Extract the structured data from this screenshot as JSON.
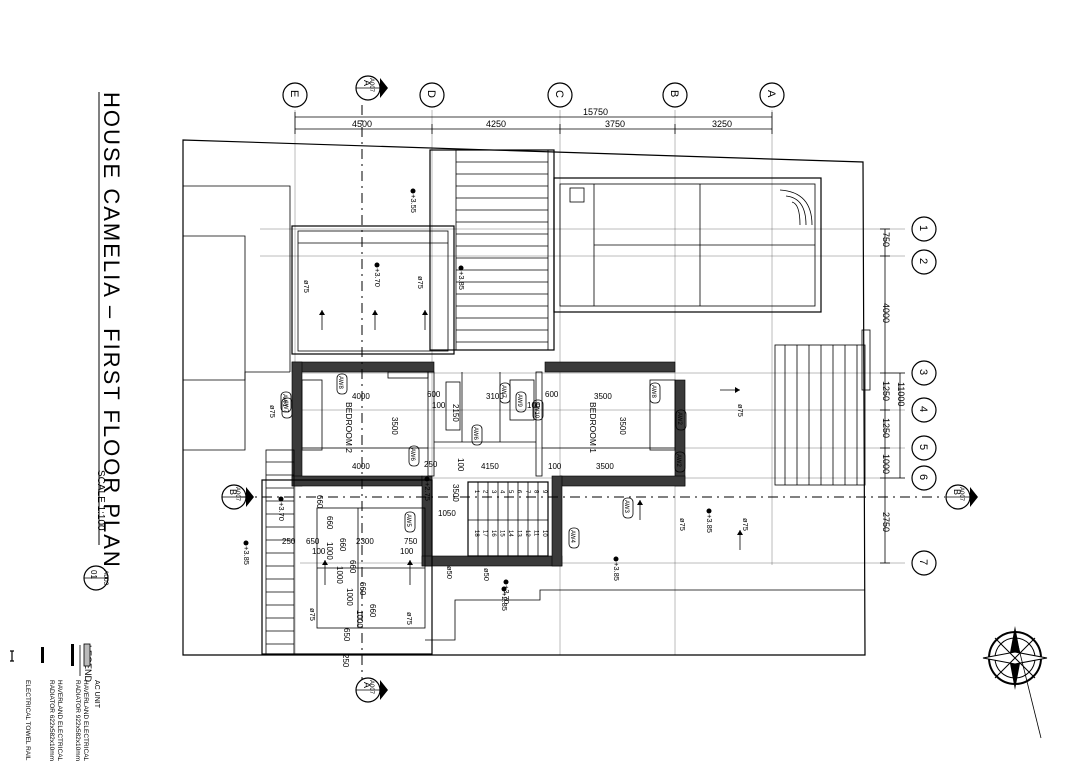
{
  "title": {
    "text": "HOUSE CAMELIA – FIRST FLOOR PLAN",
    "scale": "SCALE 1:100",
    "ref_number": "01",
    "ref_sheet": "A003"
  },
  "legend": {
    "title": "LEGEND",
    "items": [
      {
        "icon": "ac-unit-icon",
        "label": "AC UNIT"
      },
      {
        "icon": "radiator-icon",
        "line1": "HAVERLAND ELECTRICAL",
        "line2": "RADIATOR 922x582x10mm"
      },
      {
        "icon": "radiator-icon",
        "line1": "HAVERLAND ELECTRICAL",
        "line2": "RADIATOR 622x582x10mm"
      },
      {
        "icon": "towel-rail-icon",
        "label": "ELECTRICAL TOWEL RAIL"
      }
    ]
  },
  "grid": {
    "columns": [
      "E",
      "D",
      "C",
      "B",
      "A"
    ],
    "rows": [
      "1",
      "2",
      "3",
      "4",
      "5",
      "6",
      "7"
    ]
  },
  "dimensions": {
    "top": [
      "15750",
      "4500",
      "4250",
      "3750",
      "3250"
    ],
    "right": [
      "750",
      "4000",
      "1250",
      "1250",
      "1000",
      "2750",
      "11000"
    ]
  },
  "rooms": {
    "bedroom_1": "BEDROOM 1",
    "bedroom_2": "BEDROOM 2"
  },
  "interior_dims": [
    "4000",
    "4000",
    "3500",
    "3500",
    "3500",
    "3500",
    "600",
    "100",
    "2150",
    "3100",
    "100",
    "600",
    "250",
    "100",
    "4150",
    "100",
    "3500",
    "1050",
    "2300",
    "650",
    "750",
    "100",
    "100",
    "250",
    "250",
    "660",
    "660",
    "660",
    "660",
    "660",
    "660",
    "650",
    "1000",
    "1000",
    "1000",
    "1000"
  ],
  "ac_tags": [
    "AW8",
    "AW7",
    "AW9",
    "AW10",
    "AW6",
    "AW6",
    "AW2",
    "AW8",
    "AW1",
    "AW5",
    "AW4",
    "AW3",
    "AW2",
    "AW7"
  ],
  "levels": [
    "+3.55",
    "+3.70",
    "+3.85",
    "+3.70",
    "+3.85",
    "+3.85",
    "+3.85",
    "+2.75",
    "+2.85",
    "+3.70"
  ],
  "drains": [
    "ø75",
    "ø75",
    "ø75",
    "ø75",
    "ø75",
    "ø75",
    "ø75",
    "ø75",
    "ø50",
    "ø50"
  ],
  "section_markers": [
    {
      "letter": "A",
      "sheet": "A007"
    },
    {
      "letter": "A",
      "sheet": "A007"
    },
    {
      "letter": "B",
      "sheet": "A007"
    },
    {
      "letter": "B",
      "sheet": "A007"
    }
  ],
  "stair_numbers": [
    "1",
    "2",
    "3",
    "4",
    "5",
    "6",
    "7",
    "8",
    "9",
    "10",
    "11",
    "12",
    "13",
    "14",
    "15",
    "16",
    "17",
    "18"
  ]
}
